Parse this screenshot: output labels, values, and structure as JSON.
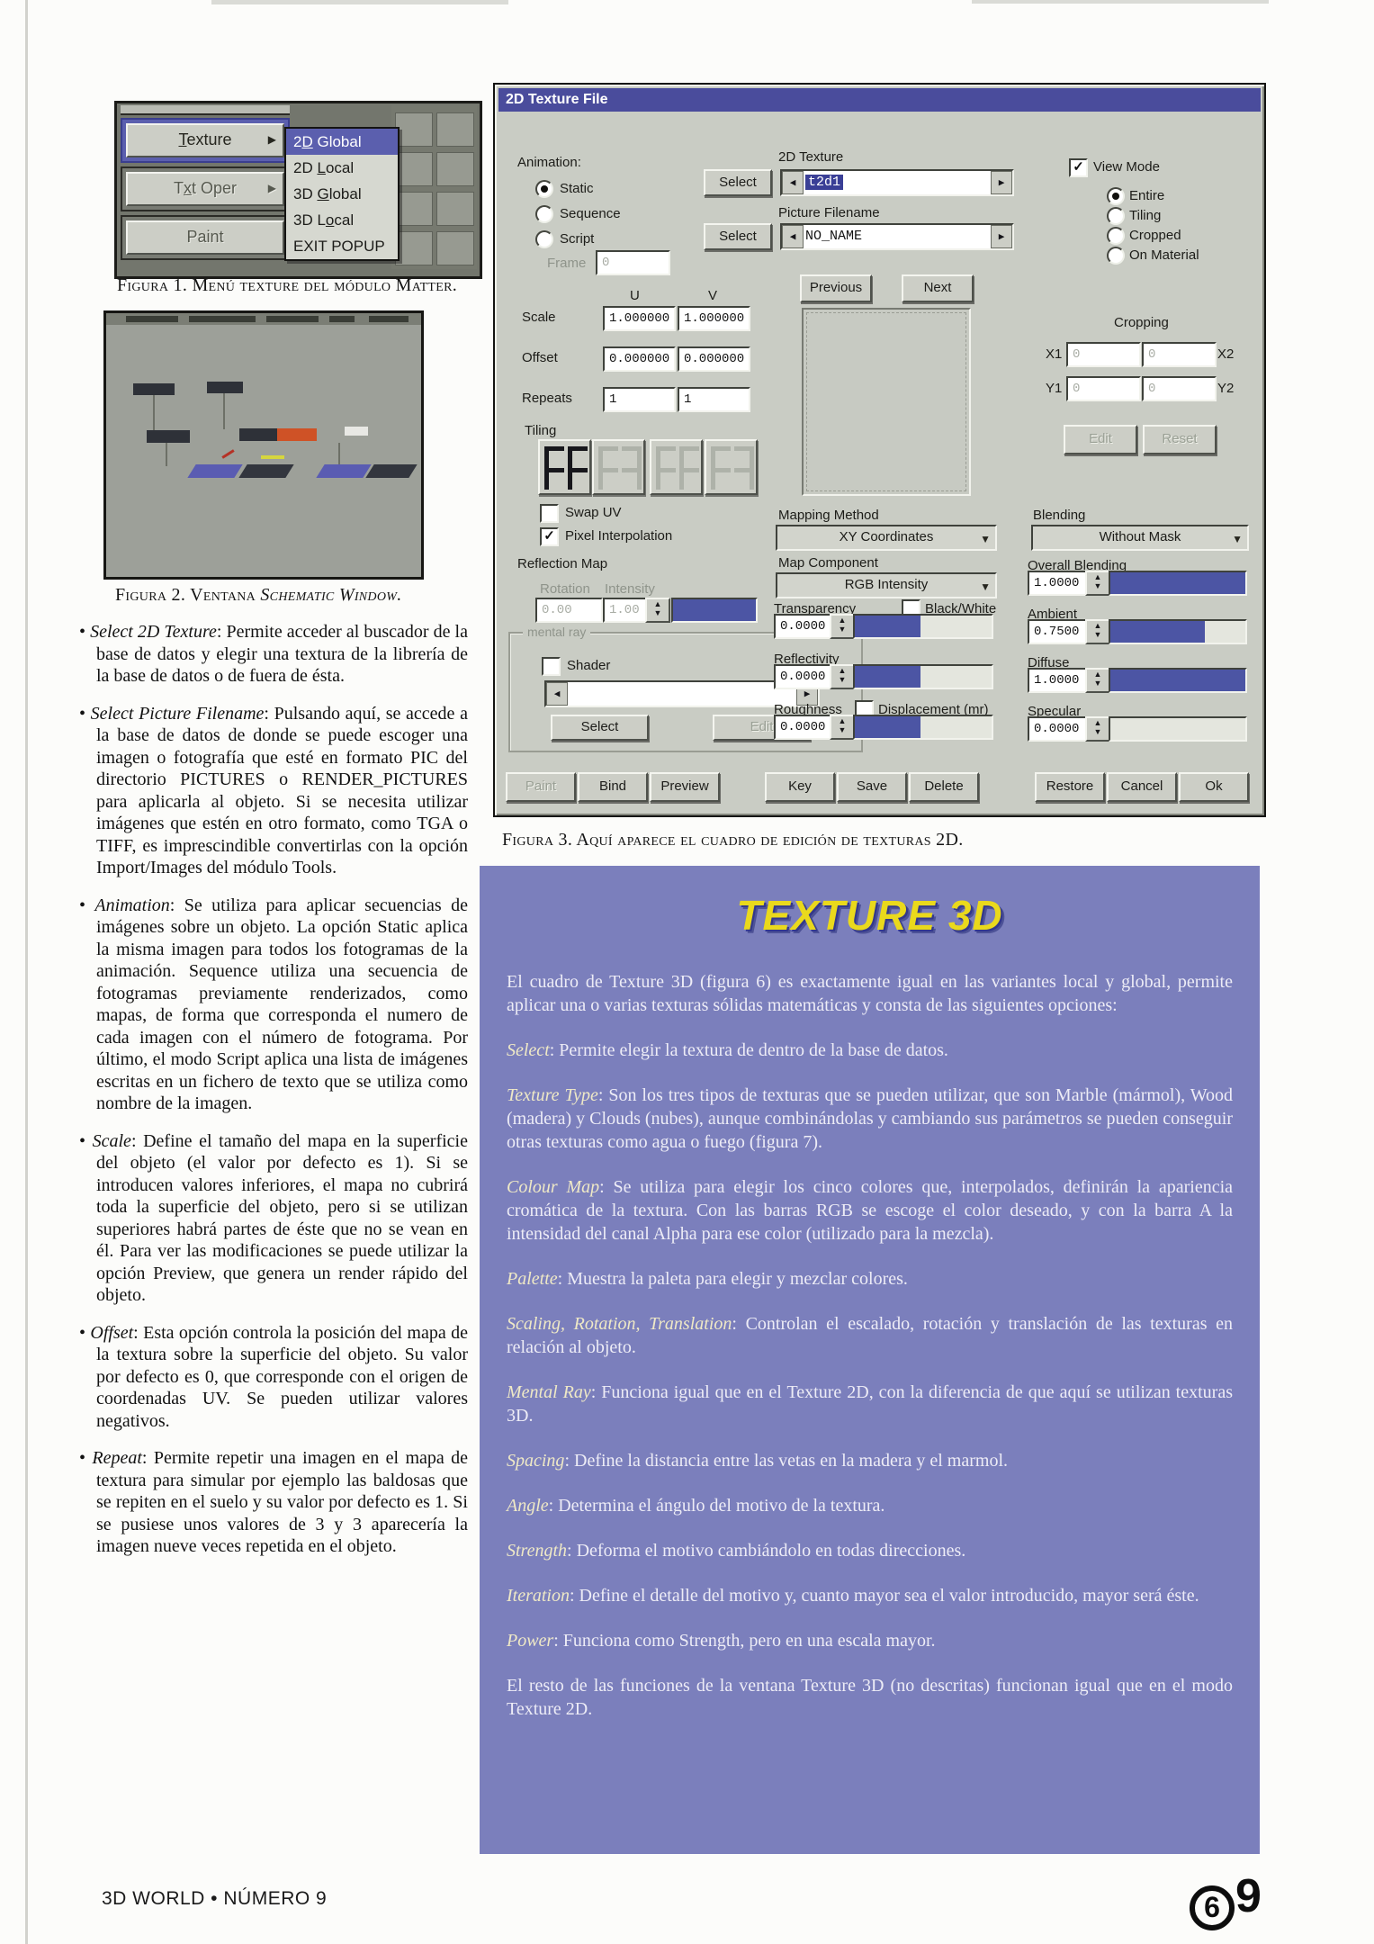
{
  "page": {
    "footer": "3D WORLD • NÚMERO 9",
    "page_number": {
      "circled": "6",
      "plain": "9"
    }
  },
  "figura1": {
    "caption": "Figura 1. Menú texture del módulo Matter.",
    "menu_buttons": [
      {
        "label": "Texture",
        "mnemonic": 0,
        "arrow": "▶",
        "highlighted": true,
        "dim": false
      },
      {
        "label": "Txt Oper",
        "mnemonic": 1,
        "arrow": "▶",
        "highlighted": false,
        "dim": true
      },
      {
        "label": "Paint",
        "mnemonic": -1,
        "arrow": "",
        "highlighted": false,
        "dim": true
      }
    ],
    "popup_items": [
      {
        "label": "2D Global",
        "mnemonic": 1,
        "selected": true
      },
      {
        "label": "2D Local",
        "mnemonic": 3,
        "selected": false
      },
      {
        "label": "3D Global",
        "mnemonic": 3,
        "selected": false
      },
      {
        "label": "3D Local",
        "mnemonic": 4,
        "selected": false
      },
      {
        "label": "EXIT POPUP",
        "mnemonic": -1,
        "selected": false
      }
    ]
  },
  "figura2": {
    "caption_prefix": "Figura 2. Ventana ",
    "caption_italic": "Schematic Window."
  },
  "figura3": {
    "caption": "Figura 3. Aquí aparece el cuadro de edición de texturas 2D."
  },
  "dialog": {
    "title": "2D Texture File",
    "animation": {
      "label": "Animation:",
      "options": [
        {
          "label": "Static",
          "selected": true
        },
        {
          "label": "Sequence",
          "selected": false
        },
        {
          "label": "Script",
          "selected": false
        }
      ],
      "frame_label": "Frame",
      "frame_value": "0"
    },
    "texture2d": {
      "label": "2D Texture",
      "select": "Select",
      "value": "t2d1"
    },
    "picture": {
      "label": "Picture Filename",
      "select": "Select",
      "value": "NO_NAME"
    },
    "nav_previous": "Previous",
    "nav_next": "Next",
    "uv": {
      "u": "U",
      "v": "V",
      "rows": [
        {
          "label": "Scale",
          "u": "1.000000",
          "v": "1.000000"
        },
        {
          "label": "Offset",
          "u": "0.000000",
          "v": "0.000000"
        },
        {
          "label": "Repeats",
          "u": "1",
          "v": "1"
        }
      ]
    },
    "tiling_label": "Tiling",
    "swap_uv": "Swap UV",
    "pixel_interpolation": "Pixel Interpolation",
    "reflection_map": {
      "label": "Reflection Map",
      "rotation_label": "Rotation",
      "rotation_value": "0.00",
      "intensity_label": "Intensity",
      "intensity_value": "1.00",
      "intensity_fill": 100
    },
    "mental_ray": {
      "label": "mental ray",
      "shader": "Shader",
      "select": "Select",
      "edit": "Edit"
    },
    "mapping_method": {
      "label": "Mapping Method",
      "value": "XY Coordinates"
    },
    "map_component": {
      "label": "Map Component",
      "value": "RGB Intensity"
    },
    "mid_sliders": [
      {
        "label": "Transparency",
        "value": "0.0000",
        "checkbox": "Black/White",
        "checked": false,
        "fill": 48
      },
      {
        "label": "Reflectivity",
        "value": "0.0000",
        "fill": 48
      },
      {
        "label": "Roughness",
        "value": "0.0000",
        "checkbox": "Displacement (mr)",
        "checked": false,
        "fill": 48
      }
    ],
    "view_mode": {
      "label": "View Mode",
      "checked": true,
      "options": [
        {
          "label": "Entire",
          "selected": true
        },
        {
          "label": "Tiling",
          "selected": false
        },
        {
          "label": "Cropped",
          "selected": false
        },
        {
          "label": "On Material",
          "selected": false
        }
      ]
    },
    "cropping": {
      "label": "Cropping",
      "x1": "X1",
      "x2": "X2",
      "y1": "Y1",
      "y2": "Y2",
      "values": [
        "0",
        "0",
        "0",
        "0"
      ],
      "edit": "Edit",
      "reset": "Reset"
    },
    "blending": {
      "label": "Blending",
      "value": "Without Mask"
    },
    "right_sliders": [
      {
        "label": "Overall Blending",
        "value": "1.0000",
        "fill": 100
      },
      {
        "label": "Ambient",
        "value": "0.7500",
        "fill": 70
      },
      {
        "label": "Diffuse",
        "value": "1.0000",
        "fill": 100
      },
      {
        "label": "Specular",
        "value": "0.0000",
        "fill": 0
      }
    ],
    "bottom_buttons": [
      {
        "label": "Paint",
        "disabled": true
      },
      {
        "label": "Bind",
        "disabled": false
      },
      {
        "label": "Preview",
        "disabled": false
      },
      {
        "label": "Key",
        "disabled": false
      },
      {
        "label": "Save",
        "disabled": false
      },
      {
        "label": "Delete",
        "disabled": false
      },
      {
        "label": "Restore",
        "disabled": false
      },
      {
        "label": "Cancel",
        "disabled": false
      },
      {
        "label": "Ok",
        "disabled": false
      }
    ]
  },
  "article": {
    "bullets": [
      {
        "term": "Select 2D Texture",
        "text": ": Permite acceder al buscador de la base de datos y elegir una textura de la librería de la base de datos o de fuera de ésta."
      },
      {
        "term": "Select Picture Filename",
        "text": ": Pulsando aquí, se accede a la base de datos de donde se puede escoger una imagen o fotografía que esté en formato PIC del directorio PICTURES o RENDER_PICTURES para aplicarla al objeto. Si se necesita utilizar imágenes que estén en otro formato, como TGA o TIFF, es imprescindible convertirlas con la opción Import/Images del módulo Tools."
      },
      {
        "term": "Animation",
        "text": ": Se utiliza para aplicar secuencias de imágenes sobre un objeto. La opción Static aplica la misma imagen para todos los fotogramas de la animación. Sequence utiliza una secuencia de fotogramas previamente renderizados, como mapas, de forma que corresponda el numero de cada imagen con el número de fotograma. Por último, el modo Script aplica una lista de imágenes escritas en un fichero de texto que se utiliza como nombre de la imagen."
      },
      {
        "term": "Scale",
        "text": ": Define el tamaño del mapa en la superficie del objeto (el valor por defecto es 1). Si se introducen valores inferiores, el mapa no cubrirá toda la superficie del objeto, pero si se utilizan superiores habrá partes de éste que no se vean en él. Para ver las modificaciones se puede utilizar la opción Preview, que genera un render rápido del objeto."
      },
      {
        "term": "Offset",
        "text": ": Esta opción controla la posición del mapa de la textura sobre la superficie del objeto. Su valor por defecto es 0, que corresponde con el origen de coordenadas UV. Se pueden utilizar valores negativos."
      },
      {
        "term": "Repeat",
        "text": ": Permite repetir una imagen en el mapa de textura para simular por ejemplo las baldosas que se repiten en el suelo y su valor por defecto es 1. Si se pusiese unos valores de 3 y 3 aparecería la imagen nueve veces repetida en el objeto."
      }
    ]
  },
  "texture3d": {
    "title": "TEXTURE 3D",
    "intro": "El cuadro de Texture 3D (figura 6) es exactamente igual en las variantes local y global, permite aplicar una o varias texturas sólidas matemáticas y consta de las siguientes opciones:",
    "entries": [
      {
        "term": "Select",
        "text": ": Permite elegir la textura de dentro de la base de datos."
      },
      {
        "term": "Texture Type",
        "text": ": Son los tres tipos de texturas que se pueden utilizar, que son Marble (mármol), Wood (madera) y Clouds (nubes), aunque combinándolas y cambiando sus parámetros se pueden conseguir otras texturas como agua o fuego (figura 7)."
      },
      {
        "term": "Colour Map",
        "text": ": Se utiliza para elegir los cinco colores que, interpolados, definirán la apariencia cromática de la textura. Con las barras RGB se escoge el color deseado, y con la barra A la intensidad del canal Alpha para ese color (utilizado para la mezcla)."
      },
      {
        "term": "Palette",
        "text": ": Muestra la paleta para elegir y mezclar colores."
      },
      {
        "term": "Scaling, Rotation, Translation",
        "text": ": Controlan el escalado, rotación y translación de las texturas en relación al objeto."
      },
      {
        "term": "Mental Ray",
        "text": ": Funciona igual que en el Texture 2D, con la diferencia de que aquí se utilizan texturas 3D."
      },
      {
        "term": "Spacing",
        "text": ": Define la distancia entre las vetas en la madera y el marmol."
      },
      {
        "term": "Angle",
        "text": ": Determina el ángulo del motivo de la textura."
      },
      {
        "term": "Strength",
        "text": ": Deforma el motivo cambiándolo en todas direcciones."
      },
      {
        "term": "Iteration",
        "text": ": Define el detalle del motivo y, cuanto mayor sea el valor introducido, mayor será éste."
      },
      {
        "term": "Power",
        "text": ": Funciona como Strength, pero en una escala mayor."
      },
      {
        "term": "",
        "text": "El resto de las funciones de la ventana Texture 3D (no descritas) funcionan igual que en el modo Texture 2D."
      }
    ]
  }
}
